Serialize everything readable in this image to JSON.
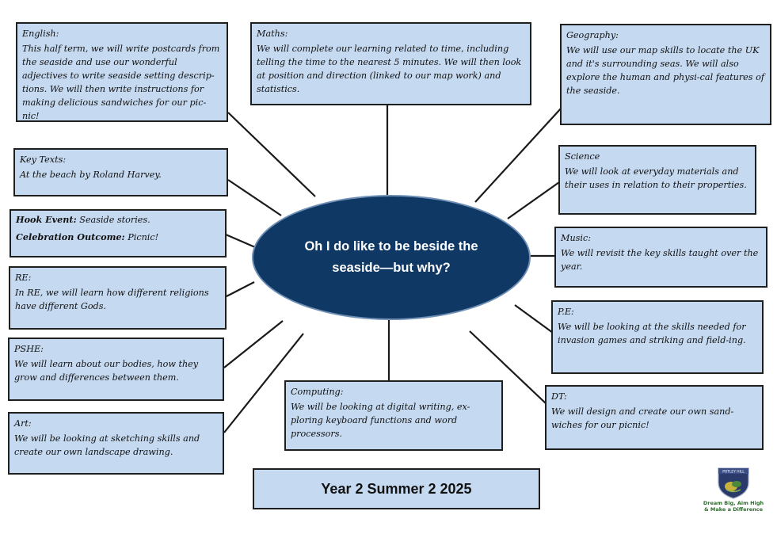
{
  "hub": {
    "title": "Oh I do like to be beside the seaside—but why?"
  },
  "footer": {
    "title": "Year 2 Summer 2 2025"
  },
  "logo": {
    "school": "POTLEY HILL",
    "motto_line1": "Dream Big, Aim High",
    "motto_line2": "& Make a Difference"
  },
  "colors": {
    "box_fill": "#c5d9f1",
    "hub_fill": "#0f3864",
    "hub_text": "#ffffff"
  },
  "boxes": {
    "english": {
      "title": "English:",
      "body": "This half term, we will write postcards from the seaside and use our wonderful adjectives to write seaside setting descrip-tions. We will then write instructions for making delicious sandwiches for our pic-nic!"
    },
    "maths": {
      "title": "Maths:",
      "body": "We will complete our learning related to time, including telling the time to the nearest 5 minutes.  We will then look at position and direction (linked to our map work) and statistics."
    },
    "geography": {
      "title": "Geography:",
      "body": "We will  use our map skills to locate the UK and it's surrounding seas. We will also explore the human and physi-cal features of the seaside."
    },
    "key_texts": {
      "title": "Key Texts:",
      "body": "At the beach by Roland Harvey."
    },
    "science": {
      "title": "Science",
      "body": "We will look at everyday materials and their uses in relation to their properties."
    },
    "hook": {
      "hook_label": "Hook Event:",
      "hook_value": " Seaside stories.",
      "outcome_label": "Celebration Outcome:",
      "outcome_value": " Picnic!"
    },
    "music": {
      "title": "Music:",
      "body": "We will revisit the key skills taught over the year."
    },
    "re": {
      "title": "RE:",
      "body": "In RE, we will learn how different religions have different Gods."
    },
    "pe": {
      "title": "P.E:",
      "body": "We will be looking at  the skills needed for invasion games and striking and field-ing."
    },
    "pshe": {
      "title": "PSHE:",
      "body": "We will learn about our bodies, how they grow and differences between them."
    },
    "computing": {
      "title": "Computing:",
      "body": "We will be looking at digital writing, ex-ploring keyboard functions and word processors."
    },
    "dt": {
      "title": "DT:",
      "body": "We will design and create  our own sand-wiches for our picnic!"
    },
    "art": {
      "title": "Art:",
      "body": "We will be looking at sketching skills and create our own landscape drawing."
    }
  }
}
